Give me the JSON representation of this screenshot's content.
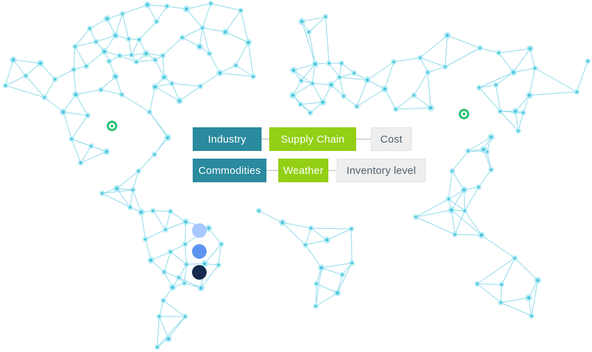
{
  "tags": {
    "row1": [
      "Industry",
      "Supply Chain",
      "Cost"
    ],
    "row2": [
      "Commodities",
      "Weather",
      "Inventory level"
    ]
  },
  "colors": {
    "teal": "#2a8a9e",
    "green": "#93cf14",
    "gray": "#eeeeee",
    "network_line": "#8ed9e8",
    "network_node": "#47c4dc",
    "hub": "#1fbf73",
    "legend": [
      "#a8c8ff",
      "#5b95f0",
      "#162a4d"
    ]
  }
}
